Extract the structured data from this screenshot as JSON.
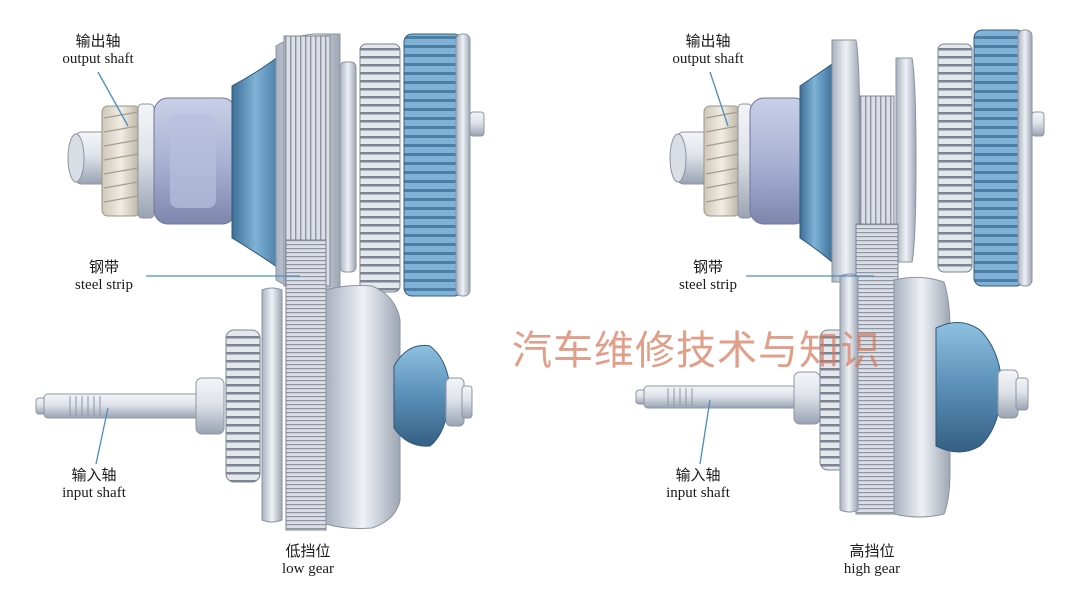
{
  "left_panel": {
    "output_shaft": {
      "zh": "输出轴",
      "en": "output shaft"
    },
    "steel_strip": {
      "zh": "钢带",
      "en": "steel strip"
    },
    "input_shaft": {
      "zh": "输入轴",
      "en": "input shaft"
    },
    "caption": {
      "zh": "低挡位",
      "en": "low gear"
    }
  },
  "right_panel": {
    "output_shaft": {
      "zh": "输出轴",
      "en": "output shaft"
    },
    "steel_strip": {
      "zh": "钢带",
      "en": "steel strip"
    },
    "input_shaft": {
      "zh": "输入轴",
      "en": "input shaft"
    },
    "caption": {
      "zh": "高挡位",
      "en": "high gear"
    }
  },
  "watermark": "汽车维修技术与知识",
  "colors": {
    "steel_blue": "#5a8fb8",
    "metal_light": "#e6e9ef",
    "metal_dark": "#9ea6b4",
    "belt": "#d9dce3",
    "watermark": "#d6785c"
  }
}
